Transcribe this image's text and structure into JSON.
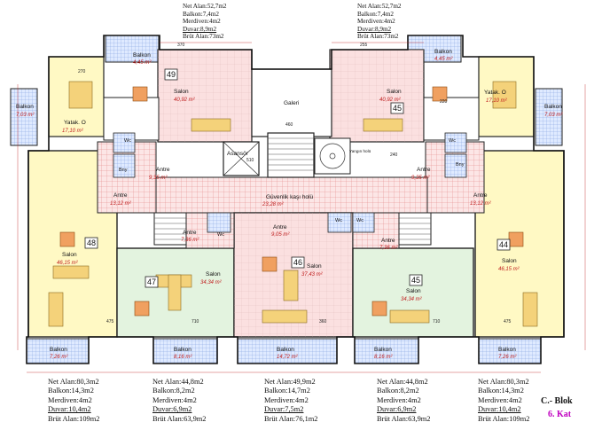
{
  "top_stats": [
    {
      "lines": [
        "Net Alan:52,7m2",
        "Balkon:7,4m2",
        "Merdiven:4m2",
        "Duvar:8,9m2",
        "Brüt Alan:73m2"
      ]
    },
    {
      "lines": [
        "Net Alan:52,7m2",
        "Balkon:7,4m2",
        "Merdiven:4m2",
        "Duvar:8,9m2",
        "Brüt Alan:73m2"
      ]
    }
  ],
  "bottom_stats": [
    {
      "lines": [
        "Net Alan:80,3m2",
        "Balkon:14,3m2",
        "Merdiven:4m2",
        "Duvar:10,4m2",
        "Brüt Alan:109m2"
      ]
    },
    {
      "lines": [
        "Net Alan:44,8m2",
        "Balkon:8,2m2",
        "Merdiven:4m2",
        "Duvar:6,9m2",
        "Brüt Alan:63,9m2"
      ]
    },
    {
      "lines": [
        "Net Alan:49,9m2",
        "Balkon:14,7m2",
        "Merdiven:4m2",
        "Duvar:7,5m2",
        "Brüt Alan:76,1m2"
      ]
    },
    {
      "lines": [
        "Net Alan:44,8m2",
        "Balkon:8,2m2",
        "Merdiven:4m2",
        "Duvar:6,9m2",
        "Brüt Alan:63,9m2"
      ]
    },
    {
      "lines": [
        "Net Alan:80,3m2",
        "Balkon:14,3m2",
        "Merdiven:4m2",
        "Duvar:10,4m2",
        "Brüt Alan:109m2"
      ]
    }
  ],
  "block_name": "C.- Blok",
  "floor_name": "6. Kat",
  "unit_numbers": [
    "49",
    "45",
    "48",
    "44",
    "47",
    "46",
    "45"
  ],
  "rooms": {
    "galeri": "Galeri",
    "asansor": "Asansör",
    "guvenlik": "Güvenlik kaşı holü",
    "guvenlik_area": "23,28 m²",
    "yangin": "Yangın holü",
    "salon_49": "Salon",
    "salon_49_area": "40,92 m²",
    "salon_45t": "Salon",
    "salon_45t_area": "40,92 m²",
    "salon_48": "Salon",
    "salon_48_area": "46,15 m²",
    "salon_44": "Salon",
    "salon_44_area": "46,15 m²",
    "salon_47": "Salon",
    "salon_47_area": "34,34 m²",
    "salon_46": "Salon",
    "salon_46_area": "37,43 m²",
    "salon_45b": "Salon",
    "salon_45b_area": "34,34 m²",
    "yatak_l": "Yatak. O",
    "yatak_l_area": "17,10 m²",
    "yatak_r": "Yatak. O",
    "yatak_r_area": "17,10 m²",
    "antre_l": "Antre",
    "antre_l_area": "13,12 m²",
    "antre_r": "Antre",
    "antre_r_area": "13,12 m²",
    "antre_49": "Antre",
    "antre_49_area": "9,35 m²",
    "antre_45": "Antre",
    "antre_45_area": "9,35 m²",
    "antre_47": "Antre",
    "antre_47_area": "7,36 m²",
    "antre_46": "Antre",
    "antre_46_area": "9,05 m²",
    "antre_45b": "Antre",
    "antre_45b_area": "7,36 m²",
    "wc": "Wc",
    "bny": "Bny",
    "balkon": "Balkon",
    "balkon_tl": "4,45 m²",
    "balkon_tr": "4,45 m²",
    "balkon_ll": "7,03 m²",
    "balkon_rr": "7,03 m²",
    "balkon_b1": "7,26 m²",
    "balkon_b2": "8,16 m²",
    "balkon_b3": "14,72 m²",
    "balkon_b4": "8,16 m²",
    "balkon_b5": "7,26 m²"
  },
  "dims": [
    "460",
    "370",
    "510",
    "240",
    "475",
    "710",
    "360",
    "475",
    "710",
    "220",
    "270",
    "255"
  ]
}
